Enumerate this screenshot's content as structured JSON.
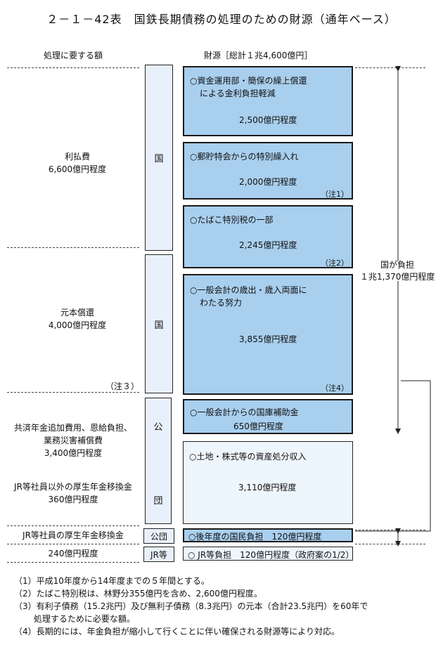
{
  "title": "２－１－42表　国鉄長期債務の処理のための財源（通年ベース）",
  "headers": {
    "left": "処理に要する額",
    "right": "財源［総計１兆4,600億円］"
  },
  "left_items": {
    "interest": {
      "label": "利払費",
      "amount": "6,600億円程度"
    },
    "principal": {
      "label": "元本償還",
      "amount": "4,000億円程度",
      "note": "（注３）"
    },
    "pension1": {
      "label": "共済年金追加費用、恩給負担、",
      "label2": "業務災害補償費",
      "amount": "3,400億円程度"
    },
    "pension2": {
      "label": "JR等社員以外の厚生年金移換金",
      "amount": "360億円程度"
    },
    "jr_pension": {
      "label": "JR等社員の厚生年金移換金",
      "amount": "240億円程度"
    }
  },
  "categories": {
    "kuni_1": "国",
    "kuni_2": "国",
    "kodan_1": "公",
    "kodan_2": "団",
    "kodan_full": "公団",
    "jr": "JR等"
  },
  "sources": {
    "s1": {
      "line1": "○資金運用部・簡保の繰上償還",
      "line2": "による金利負担軽減",
      "amount": "2,500億円程度"
    },
    "s2": {
      "line1": "○郵貯特会からの特別繰入れ",
      "amount": "2,000億円程度",
      "note": "（注1）"
    },
    "s3": {
      "line1": "○たばこ特別税の一部",
      "amount": "2,245億円程度",
      "note": "（注2）"
    },
    "s4": {
      "line1": "○一般会計の歳出・歳入両面に",
      "line2": "わたる努力",
      "amount": "3,855億円程度",
      "note": "（注4）"
    },
    "s5": {
      "line1": "○一般会計からの国庫補助金",
      "amount": "650億円程度"
    },
    "s6": {
      "line1": "○土地・株式等の資産処分収入",
      "amount": "3,110億円程度"
    },
    "s7": {
      "text": "○後年度の国民負担　120億円程度"
    },
    "s8": {
      "text": "○ JR等負担　120億円程度（政府案の1/2）"
    }
  },
  "right_brace": {
    "line1": "国が負担",
    "line2": "１兆1,370億円程度"
  },
  "footnotes": [
    "（1）平成10年度から14年度までの５年間とする。",
    "（2）たばこ特別税は、林野分355億円を含め、2,600億円程度。",
    "（3）有利子債務（15.2兆円）及び無利子債務（8.3兆円）の元本（合計23.5兆円）を60年で",
    "　　 処理するために必要な額。",
    "（4）長期的には、年金負担が縮小して行くことに伴い確保される財源等により対応。"
  ]
}
